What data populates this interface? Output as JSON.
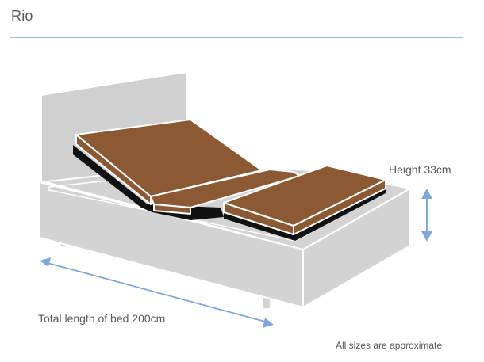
{
  "title": "Rio",
  "dimensions": {
    "height_label": "Height  33cm",
    "length_label": "Total length of bed 200cm",
    "note": "All sizes are approximate"
  },
  "colors": {
    "rule": "#9fbfdc",
    "base": "#d3d3d3",
    "headboard": "#d0d0d0",
    "mattress": "#8b5a35",
    "arrow": "#7fa8d6",
    "text": "#555a60"
  },
  "icons": {
    "height_arrow": "double-vertical-arrow",
    "length_arrow": "double-diagonal-arrow"
  }
}
